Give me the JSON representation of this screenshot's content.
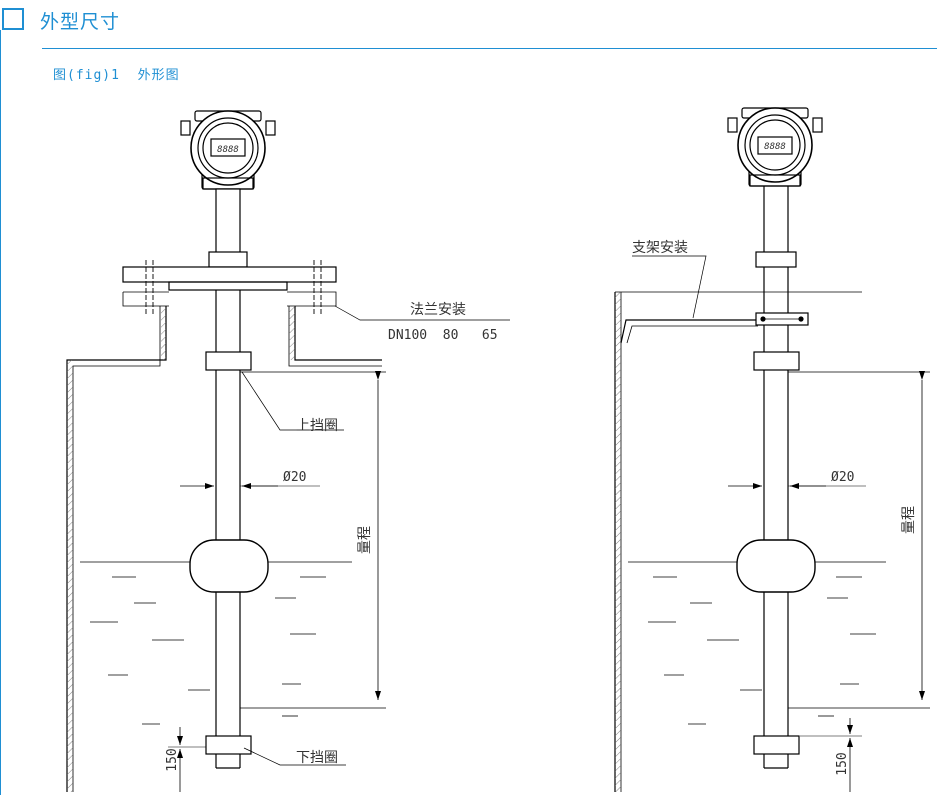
{
  "header": {
    "title": "外型尺寸"
  },
  "figure": {
    "caption": "图(fig)1  外形图"
  },
  "left_view": {
    "flange_label": "法兰安装",
    "flange_sizes": "DN100  80   65",
    "upper_ring_label": "上挡圈",
    "lower_ring_label": "下挡圈",
    "diameter_label": "Ø20",
    "range_label": "量程",
    "bottom_dim": "150",
    "display_text": "8888"
  },
  "right_view": {
    "bracket_label": "支架安装",
    "diameter_label": "Ø20",
    "range_label": "量程",
    "bottom_dim": "150",
    "display_text": "8888"
  },
  "colors": {
    "accent": "#1f8fd3",
    "line": "#000000"
  }
}
